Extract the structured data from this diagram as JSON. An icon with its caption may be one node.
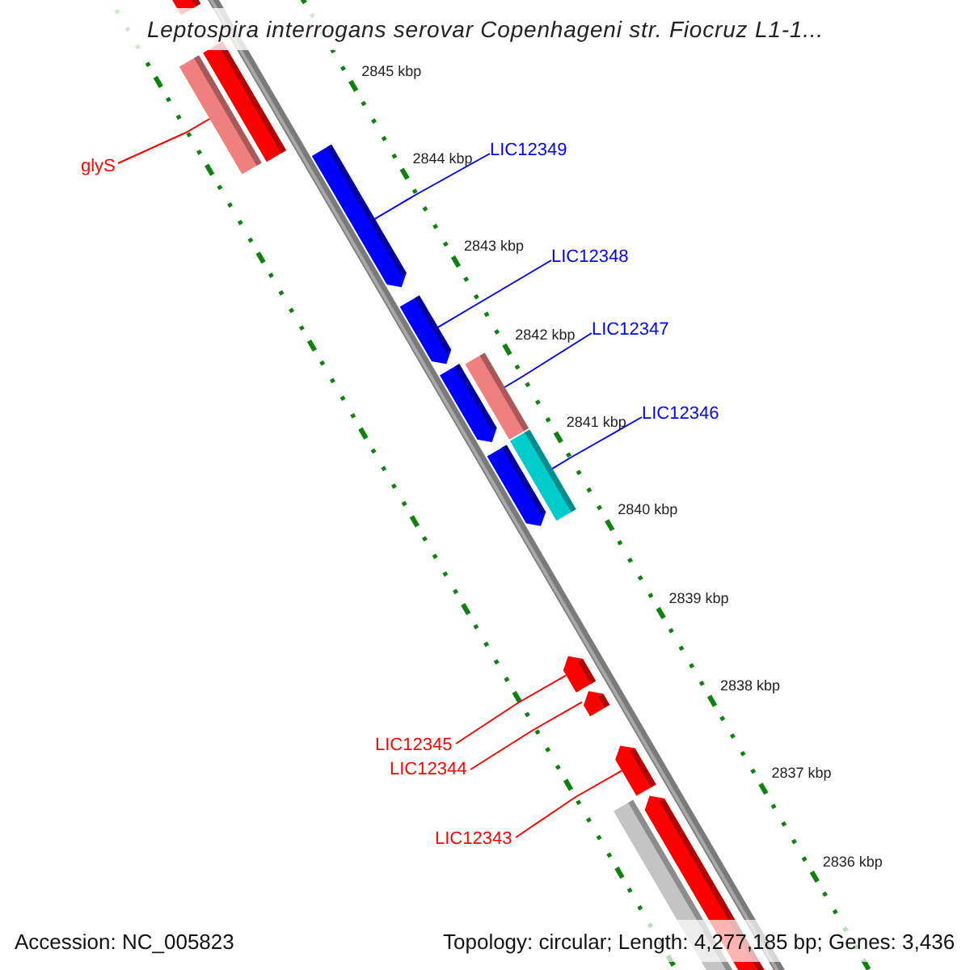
{
  "diagram": {
    "title": "Leptospira interrogans serovar Copenhageni str. Fiocruz L1-1...",
    "nodes": [
      {
        "text": [
          "glyS"
        ]
      },
      {
        "text": [
          "LIC12349"
        ]
      },
      {
        "text": [
          "LIC12348"
        ]
      },
      {
        "text": [
          "LIC12347"
        ]
      },
      {
        "text": [
          "LIC12346"
        ]
      },
      {
        "text": [
          "LIC12345"
        ]
      },
      {
        "text": [
          "LIC12344"
        ]
      },
      {
        "text": [
          "LIC12343"
        ]
      },
      {
        "text": [],
        "shape": "bar"
      },
      {
        "text": [],
        "shape": "bar"
      },
      {
        "text": [],
        "shape": "bar"
      },
      {
        "text": [],
        "shape": "arrow"
      },
      {
        "text": [],
        "shape": "arrow"
      },
      {
        "text": [],
        "shape": "bar"
      },
      {
        "text": [],
        "shape": "arrow"
      },
      {
        "text": [],
        "shape": "bar"
      },
      {
        "text": [],
        "shape": "arrow"
      },
      {
        "text": [],
        "shape": "arrow"
      },
      {
        "text": [],
        "shape": "arrow"
      },
      {
        "text": [],
        "shape": "arrow"
      },
      {
        "text": [],
        "shape": "bar"
      },
      {
        "text": [],
        "shape": "arrow"
      }
    ],
    "edges": [
      {
        "from": 0,
        "to": 9,
        "arrow": "none",
        "color": "#ff0000"
      },
      {
        "from": 1,
        "to": 11,
        "arrow": "none",
        "color": "#0000ff"
      },
      {
        "from": 2,
        "to": 12,
        "arrow": "none",
        "color": "#0000ff"
      },
      {
        "from": 3,
        "to": 13,
        "arrow": "none",
        "color": "#0000ff"
      },
      {
        "from": 4,
        "to": 15,
        "arrow": "none",
        "color": "#0000ff"
      },
      {
        "from": 5,
        "to": 17,
        "arrow": "none",
        "color": "#ff0000"
      },
      {
        "from": 6,
        "to": 18,
        "arrow": "none",
        "color": "#ff0000"
      },
      {
        "from": 7,
        "to": 19,
        "arrow": "none",
        "color": "#ff0000"
      }
    ],
    "labels": [
      "2845 kbp",
      "2844 kbp",
      "2843 kbp",
      "2842 kbp",
      "2841 kbp",
      "2840 kbp",
      "2839 kbp",
      "2838 kbp",
      "2837 kbp",
      "2836 kbp",
      "Accession: NC_005823",
      "Topology: circular; Length: 4,277,185 bp; Genes: 3,436"
    ]
  }
}
